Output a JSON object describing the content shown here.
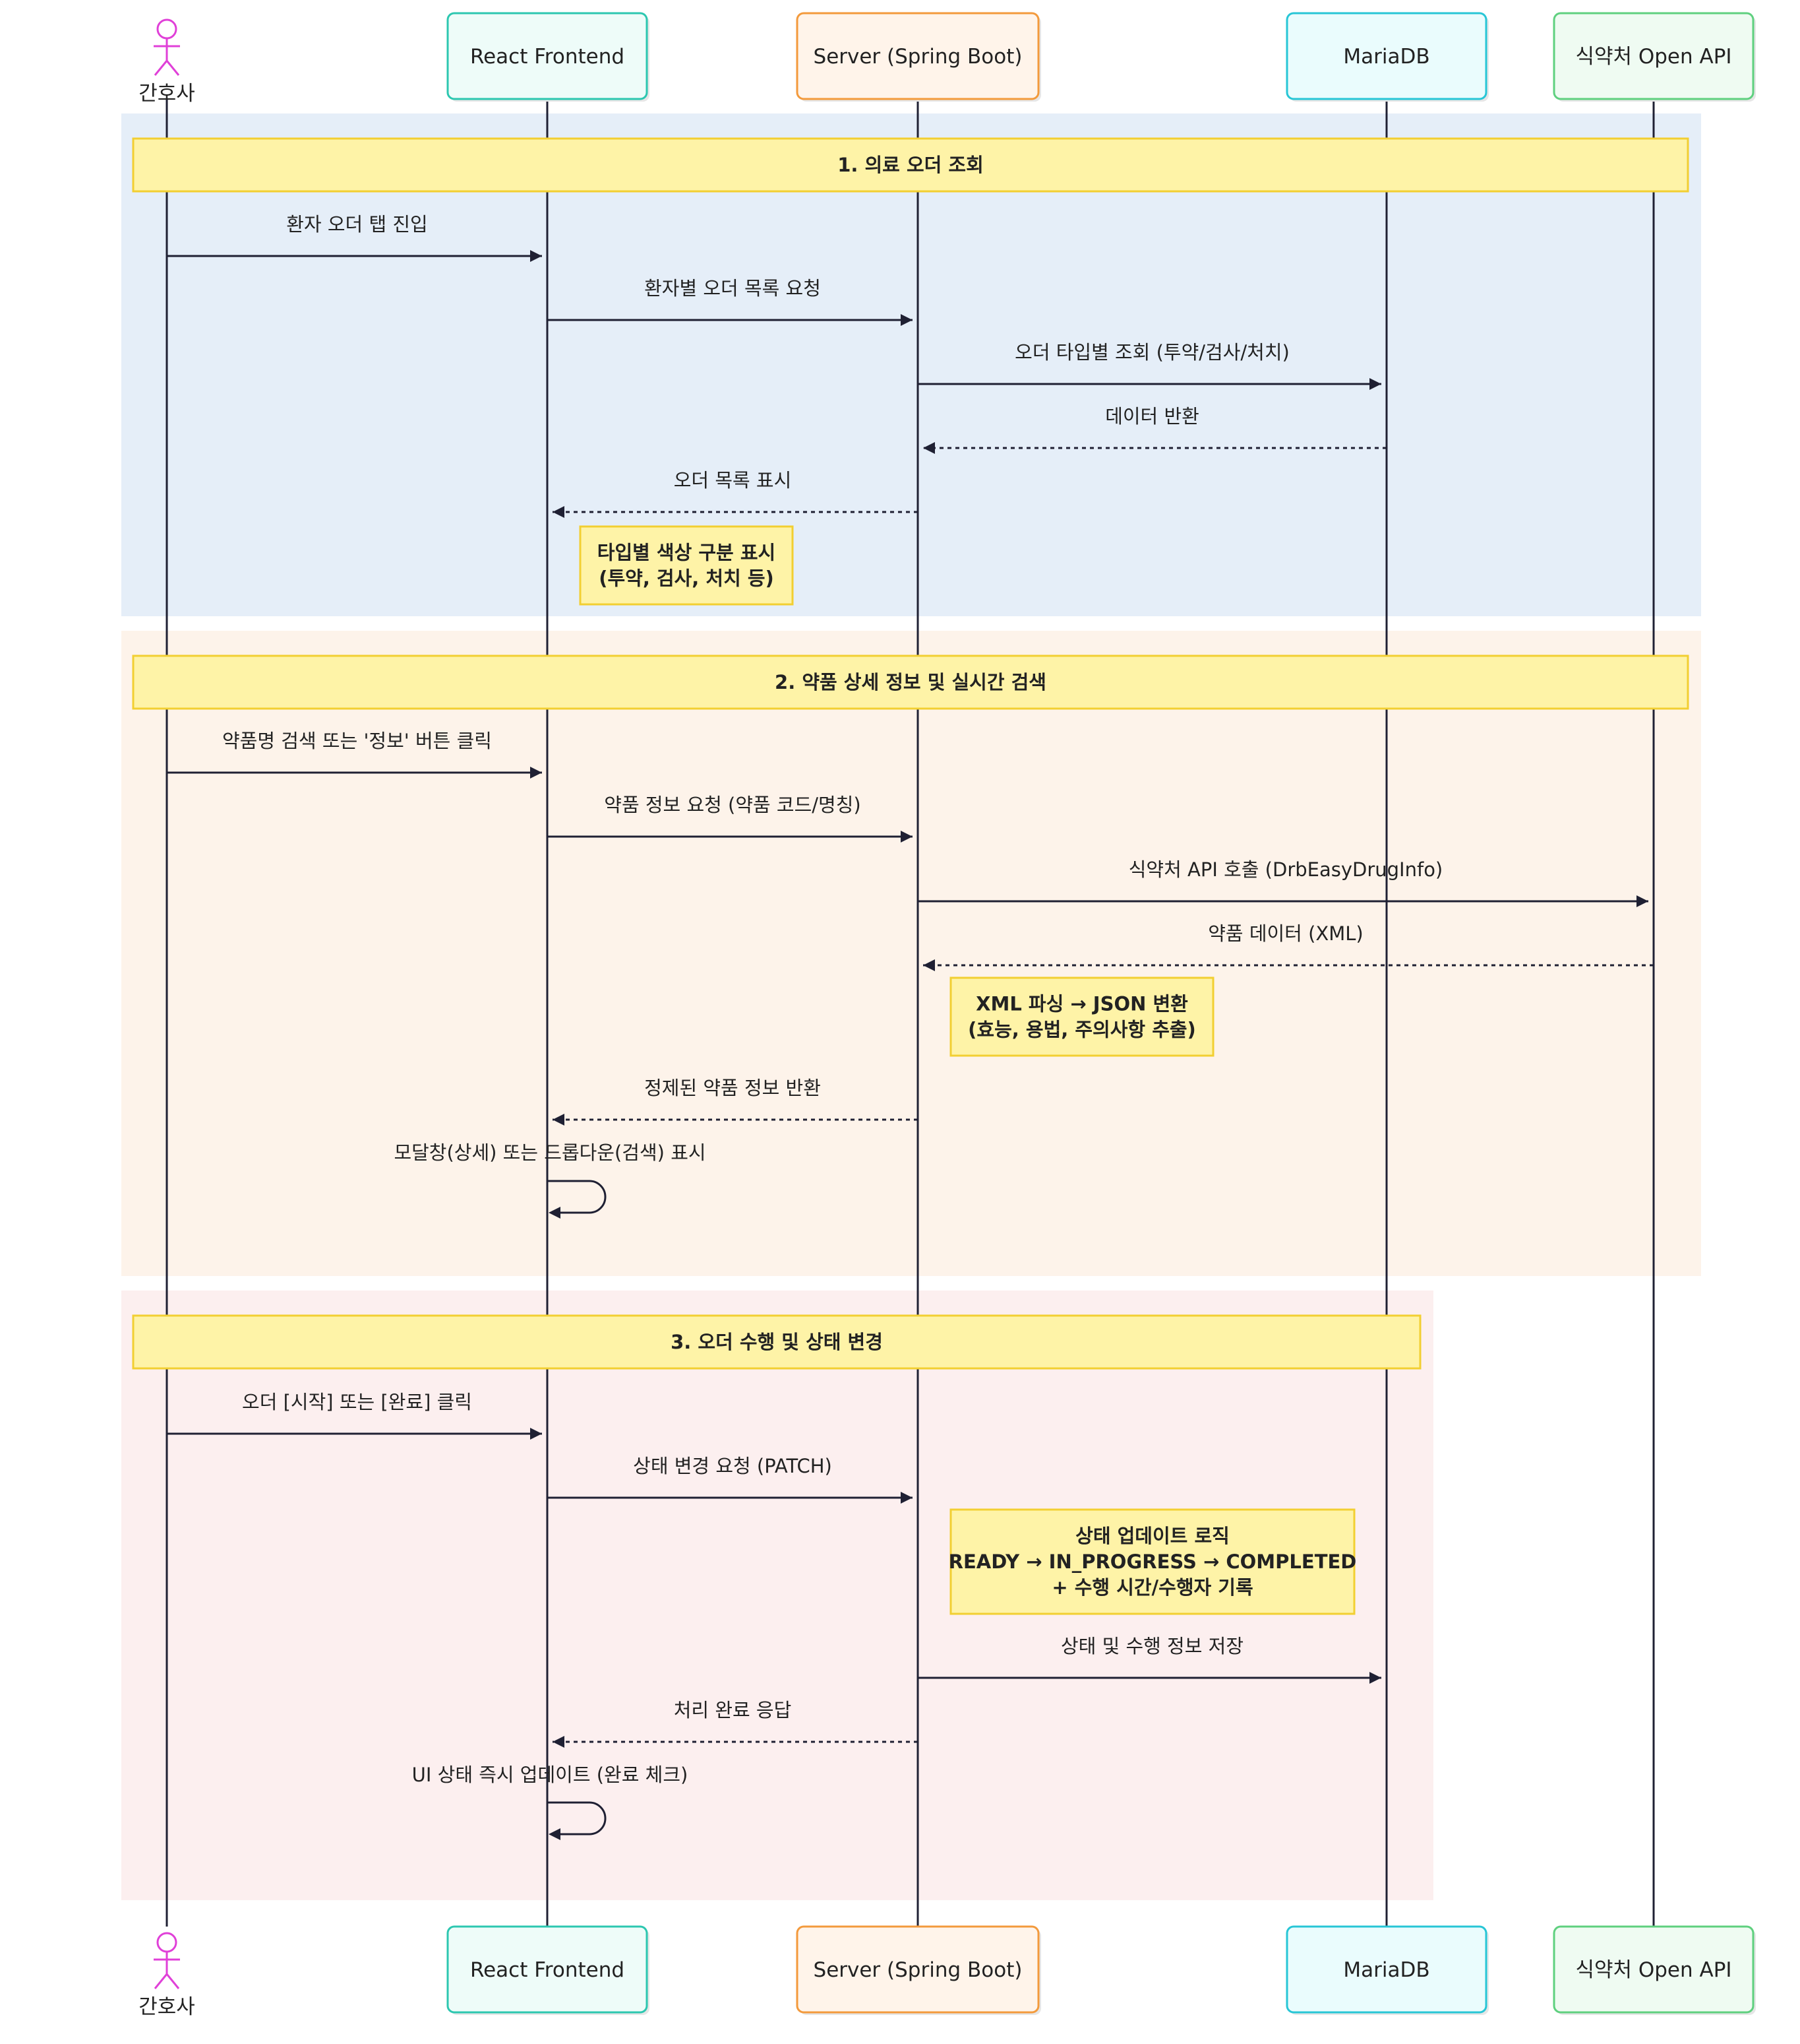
{
  "participants": [
    {
      "id": "nurse",
      "label": "간호사",
      "kind": "actor",
      "stroke": "#e040d8",
      "fill": "#ffffff"
    },
    {
      "id": "fe",
      "label": "React Frontend",
      "kind": "box",
      "stroke": "#2cc7b0",
      "fill": "#eefcf9"
    },
    {
      "id": "srv",
      "label": "Server (Spring Boot)",
      "kind": "box",
      "stroke": "#f39a3c",
      "fill": "#fff4ea"
    },
    {
      "id": "db",
      "label": "MariaDB",
      "kind": "box",
      "stroke": "#27c6d6",
      "fill": "#eafcfd"
    },
    {
      "id": "api",
      "label": "식약처 Open API",
      "kind": "box",
      "stroke": "#5fd07f",
      "fill": "#effbf2"
    }
  ],
  "sections": [
    {
      "title": "1. 의료 오더 조회",
      "background": "#e5eef8",
      "steps": [
        {
          "type": "msg",
          "from": "nurse",
          "to": "fe",
          "label": "환자 오더 탭 진입",
          "style": "solid"
        },
        {
          "type": "msg",
          "from": "fe",
          "to": "srv",
          "label": "환자별 오더 목록 요청",
          "style": "solid"
        },
        {
          "type": "msg",
          "from": "srv",
          "to": "db",
          "label": "오더 타입별 조회 (투약/검사/처치)",
          "style": "solid"
        },
        {
          "type": "msg",
          "from": "db",
          "to": "srv",
          "label": "데이터 반환",
          "style": "dashed"
        },
        {
          "type": "msg",
          "from": "srv",
          "to": "fe",
          "label": "오더 목록 표시",
          "style": "dashed"
        },
        {
          "type": "note",
          "over": "fe",
          "lines": [
            "타입별 색상 구분 표시",
            "(투약, 검사, 처치 등)"
          ]
        }
      ]
    },
    {
      "title": "2. 약품 상세 정보 및 실시간 검색",
      "background": "#fdf3ea",
      "steps": [
        {
          "type": "msg",
          "from": "nurse",
          "to": "fe",
          "label": "약품명 검색 또는 '정보' 버튼 클릭",
          "style": "solid"
        },
        {
          "type": "msg",
          "from": "fe",
          "to": "srv",
          "label": "약품 정보 요청 (약품 코드/명칭)",
          "style": "solid"
        },
        {
          "type": "msg",
          "from": "srv",
          "to": "api",
          "label": "식약처 API 호출 (DrbEasyDrugInfo)",
          "style": "solid"
        },
        {
          "type": "msg",
          "from": "api",
          "to": "srv",
          "label": "약품 데이터 (XML)",
          "style": "dashed"
        },
        {
          "type": "note",
          "over": "srv",
          "lines": [
            "XML 파싱 → JSON 변환",
            "(효능, 용법, 주의사항 추출)"
          ]
        },
        {
          "type": "msg",
          "from": "srv",
          "to": "fe",
          "label": "정제된 약품 정보 반환",
          "style": "dashed"
        },
        {
          "type": "self",
          "at": "fe",
          "label": "모달창(상세) 또는 드롭다운(검색) 표시"
        }
      ]
    },
    {
      "title": "3. 오더 수행 및 상태 변경",
      "background": "#fcefef",
      "steps": [
        {
          "type": "msg",
          "from": "nurse",
          "to": "fe",
          "label": "오더 [시작] 또는 [완료] 클릭",
          "style": "solid"
        },
        {
          "type": "msg",
          "from": "fe",
          "to": "srv",
          "label": "상태 변경 요청 (PATCH)",
          "style": "solid"
        },
        {
          "type": "note",
          "over": "srv",
          "lines": [
            "상태 업데이트 로직",
            "READY → IN_PROGRESS → COMPLETED",
            "+ 수행 시간/수행자 기록"
          ]
        },
        {
          "type": "msg",
          "from": "srv",
          "to": "db",
          "label": "상태 및 수행 정보 저장",
          "style": "solid"
        },
        {
          "type": "msg",
          "from": "srv",
          "to": "fe",
          "label": "처리 완료 응답",
          "style": "dashed"
        },
        {
          "type": "self",
          "at": "fe",
          "label": "UI 상태 즉시 업데이트 (완료 체크)"
        }
      ]
    }
  ],
  "colors": {
    "line": "#1f2033",
    "note_fill": "#fef3a7",
    "note_stroke": "#f2cf32",
    "title_fill": "#fef3a7",
    "title_stroke": "#f2cf32"
  }
}
